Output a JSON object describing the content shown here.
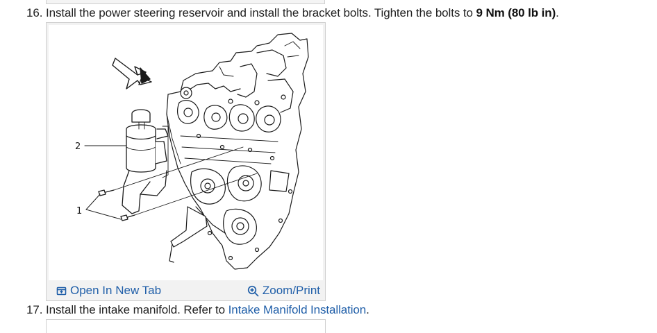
{
  "step16": {
    "number": "16.",
    "text_before": " Install the power steering reservoir and install the bracket bolts. Tighten the bolts to ",
    "torque": "9 Nm (80 lb in)",
    "text_after": "."
  },
  "figure": {
    "callouts": [
      "2",
      "1"
    ],
    "toolbar": {
      "open_label": "Open In New Tab",
      "zoom_label": "Zoom/Print"
    }
  },
  "step17": {
    "number": "17.",
    "text_before": " Install the intake manifold. Refer to ",
    "link_text": "Intake Manifold Installation",
    "text_after": "."
  },
  "colors": {
    "link": "#1f5ea8",
    "text": "#222222",
    "figure_frame": "#f2f2f2"
  }
}
